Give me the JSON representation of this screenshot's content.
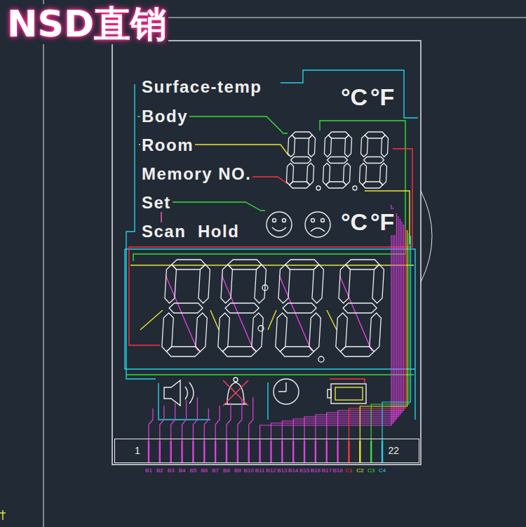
{
  "diagram": {
    "nodes": [
      {
        "text": [
          "1",
          "22"
        ]
      }
    ],
    "labels": [
      "NSD直销",
      "Surface-temp",
      "Body",
      "Room",
      "Memory NO.",
      "Set",
      "Scan",
      "Hold",
      "°C",
      "°F",
      "°C",
      "°F",
      "B1",
      "B2",
      "B3",
      "B4",
      "B5",
      "B6",
      "B7",
      "B8",
      "B9",
      "B10",
      "B11",
      "B12",
      "B13",
      "B14",
      "B15",
      "B16",
      "B17",
      "B18",
      "C1",
      "C2",
      "C3",
      "C4"
    ]
  }
}
